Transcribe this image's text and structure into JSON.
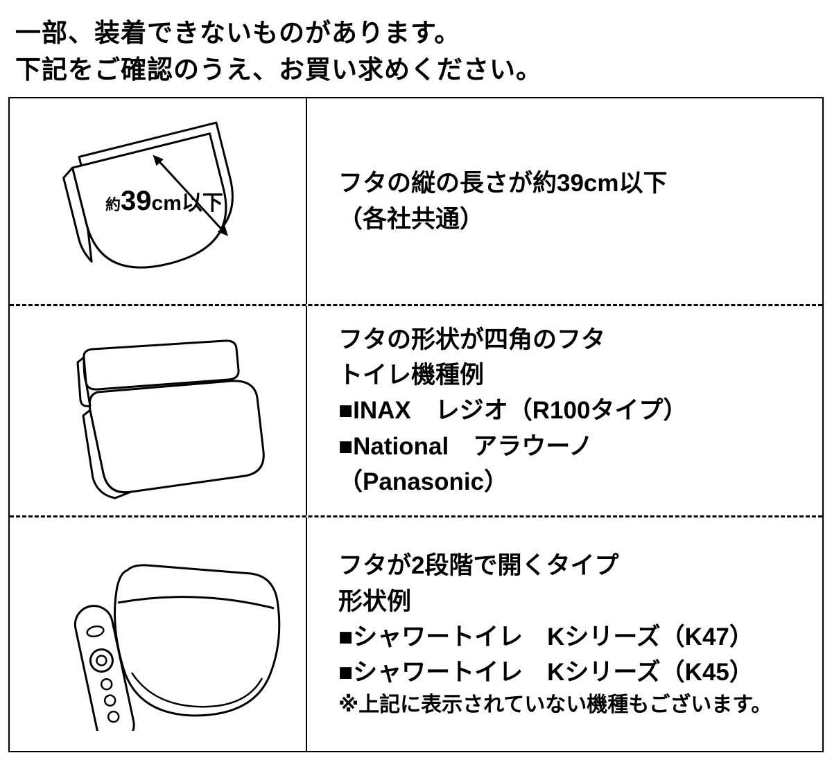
{
  "page": {
    "background": "#ffffff",
    "line_color": "#000000"
  },
  "header": {
    "line1": "一部、装着できないものがあります。",
    "line2": "下記をご確認のうえ、お買い求めください。"
  },
  "table": {
    "rows": [
      {
        "illustration": "toilet-lid-with-length-arrow",
        "label": {
          "prefix": "約",
          "number": "39",
          "suffix": "cm以下"
        },
        "lines": [
          "フタの縦の長さが約39cm以下",
          "（各社共通）"
        ]
      },
      {
        "illustration": "square-shaped-lid-toilet",
        "lines": [
          "フタの形状が四角のフタ",
          "トイレ機種例",
          "■INAX　レジオ（R100タイプ）",
          "■National　アラウーノ",
          "（Panasonic）"
        ]
      },
      {
        "illustration": "two-stage-opening-lid-toilet",
        "lines": [
          "フタが2段階で開くタイプ",
          "形状例",
          "■シャワートイレ　Kシリーズ（K47）",
          "■シャワートイレ　Kシリーズ（K45）",
          "※上記に表示されていない機種もございます。"
        ]
      }
    ]
  }
}
